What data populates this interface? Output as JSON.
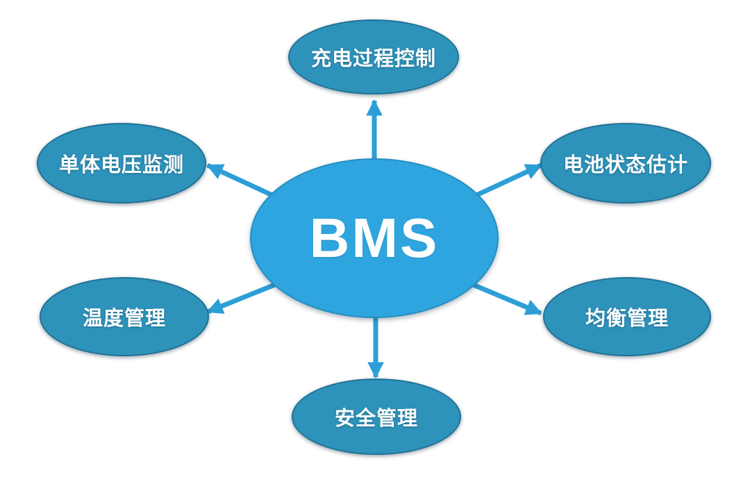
{
  "diagram": {
    "type": "hub-and-spoke",
    "center": {
      "id": "bms",
      "label": "BMS"
    },
    "nodes": [
      {
        "id": "charging-process-control",
        "label": "充电过程控制",
        "position": "top"
      },
      {
        "id": "cell-voltage-monitoring",
        "label": "单体电压监测",
        "position": "top-left"
      },
      {
        "id": "battery-state-estimation",
        "label": "电池状态估计",
        "position": "top-right"
      },
      {
        "id": "temperature-management",
        "label": "温度管理",
        "position": "bottom-left"
      },
      {
        "id": "balance-management",
        "label": "均衡管理",
        "position": "bottom-right"
      },
      {
        "id": "safety-management",
        "label": "安全管理",
        "position": "bottom"
      }
    ],
    "arrows_direction": "center-to-nodes",
    "colors": {
      "center_fill": "#2EA5DF",
      "node_fill": "#2E93BB",
      "arrow": "#2D9FD6",
      "text": "#FFFFFF",
      "background": "#FFFFFF"
    }
  }
}
